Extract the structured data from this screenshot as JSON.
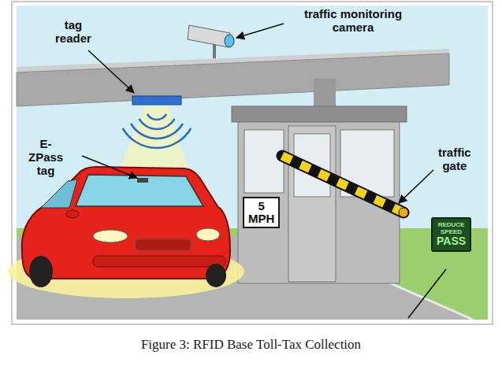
{
  "diagram": {
    "caption": "Figure 3: RFID Base Toll-Tax Collection",
    "nodes": [
      {
        "text": [
          "5 MPH"
        ]
      },
      {
        "text": [
          "REDUCE SPEED",
          "PASS"
        ]
      }
    ],
    "labels": [
      "tag reader",
      "traffic monitoring camera",
      "E-ZPass tag",
      "traffic gate"
    ]
  }
}
